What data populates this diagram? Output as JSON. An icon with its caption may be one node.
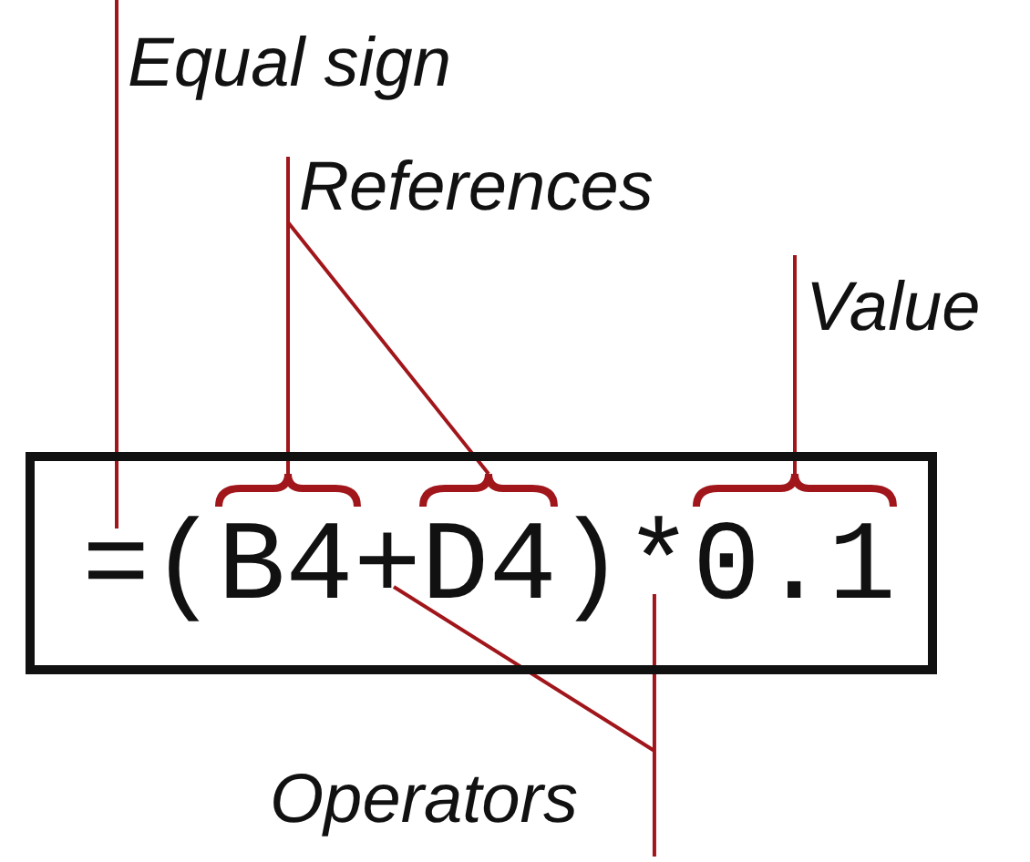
{
  "diagram": {
    "nodes": [
      {
        "text": [
          "Equal sign"
        ]
      },
      {
        "text": [
          "References"
        ]
      },
      {
        "text": [
          "Value"
        ]
      },
      {
        "text": [
          "=(B4+D4)*0.1"
        ]
      },
      {
        "text": [],
        "shape": "brace",
        "in": 3
      },
      {
        "text": [],
        "shape": "brace",
        "in": 3
      },
      {
        "text": [],
        "shape": "brace",
        "in": 3
      },
      {
        "text": [
          "Operators"
        ]
      }
    ],
    "edges": [
      {
        "from": 0,
        "to": null,
        "arrow": "none"
      },
      {
        "from": 1,
        "to": 4,
        "arrow": "none"
      },
      {
        "from": 1,
        "to": 5,
        "arrow": "none"
      },
      {
        "from": 2,
        "to": 6,
        "arrow": "none"
      },
      {
        "from": 7,
        "to": null,
        "arrow": "none"
      },
      {
        "from": 7,
        "to": null,
        "arrow": "none"
      }
    ]
  }
}
